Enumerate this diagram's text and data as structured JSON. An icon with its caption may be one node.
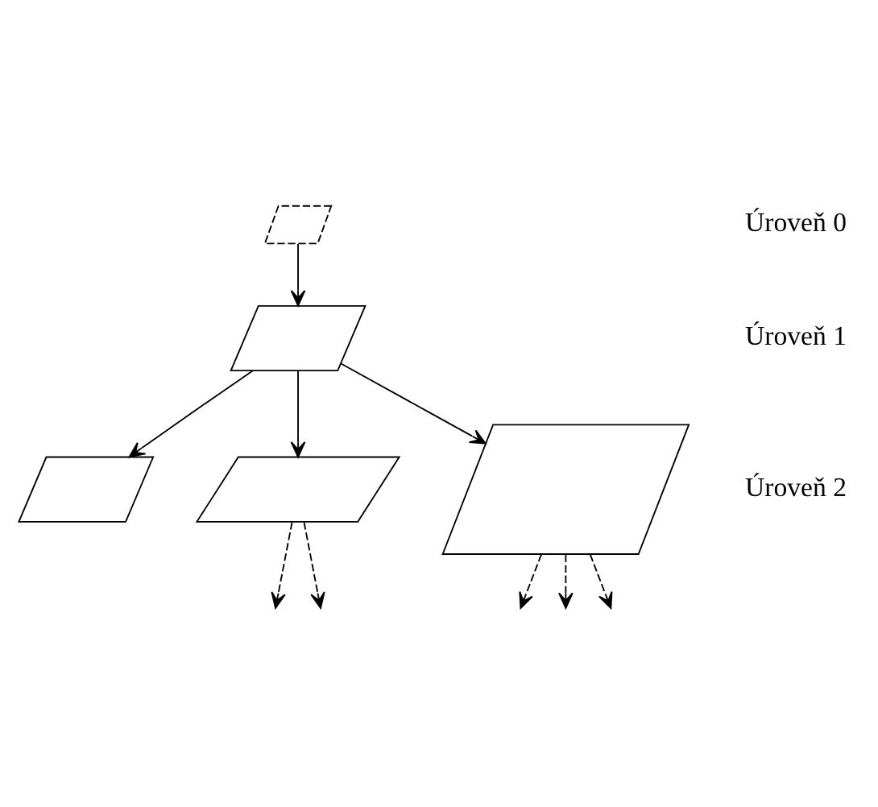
{
  "diagram": {
    "nodes": [
      {
        "text": [],
        "shape": "parallelogram"
      },
      {
        "text": [],
        "shape": "parallelogram"
      },
      {
        "text": [],
        "shape": "parallelogram"
      },
      {
        "text": [],
        "shape": "parallelogram"
      },
      {
        "text": [],
        "shape": "parallelogram"
      }
    ],
    "edges": [
      {
        "from": 0,
        "to": 1,
        "arrow": "to"
      },
      {
        "from": 1,
        "to": 2,
        "arrow": "to"
      },
      {
        "from": 1,
        "to": 3,
        "arrow": "to"
      },
      {
        "from": 1,
        "to": 4,
        "arrow": "to"
      },
      {
        "from": 4,
        "to": null,
        "arrow": "to",
        "style": "dashed"
      },
      {
        "from": 4,
        "to": null,
        "arrow": "to",
        "style": "dashed"
      },
      {
        "from": 4,
        "to": null,
        "arrow": "to",
        "style": "dashed"
      },
      {
        "from": 3,
        "to": null,
        "arrow": "to",
        "style": "dashed"
      },
      {
        "from": 3,
        "to": null,
        "arrow": "to",
        "style": "dashed"
      }
    ],
    "labels": [
      "Úroveň 0",
      "Úroveň 1",
      "Úroveň 2"
    ]
  }
}
